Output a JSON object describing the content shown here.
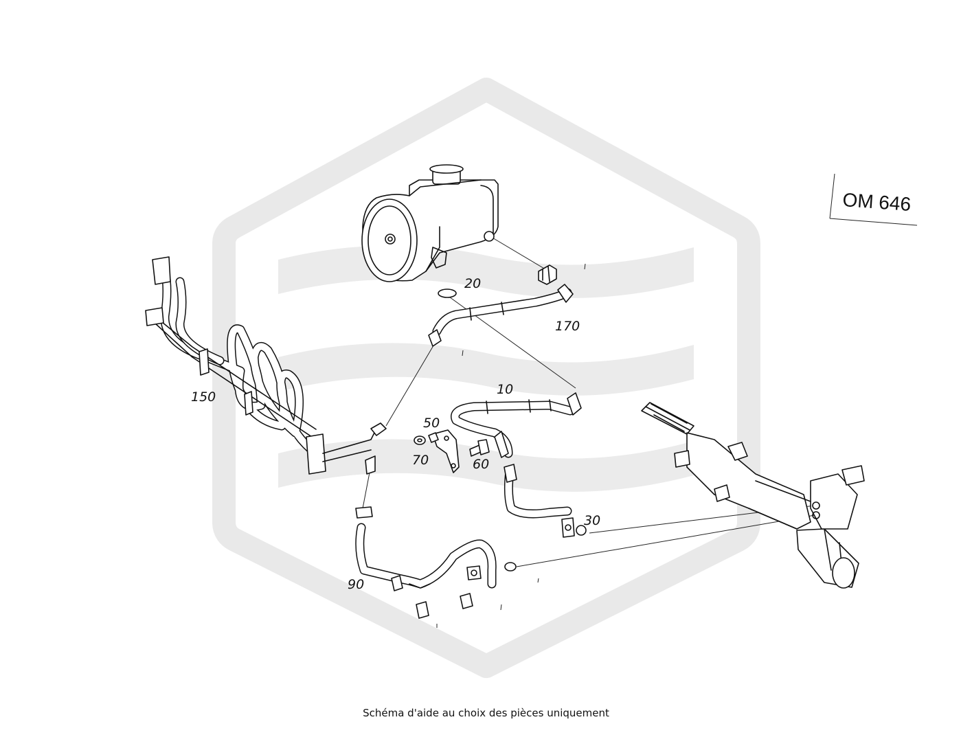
{
  "engine_label": "OM 646",
  "caption": "Schéma d'aide au choix des pièces uniquement",
  "callouts": {
    "c20": "20",
    "c170": "170",
    "c10": "10",
    "c150": "150",
    "c50": "50",
    "c70": "70",
    "c60": "60",
    "c30": "30",
    "c90": "90"
  },
  "colors": {
    "line": "#111111",
    "watermark": "#e9e9e9",
    "background": "#ffffff"
  }
}
